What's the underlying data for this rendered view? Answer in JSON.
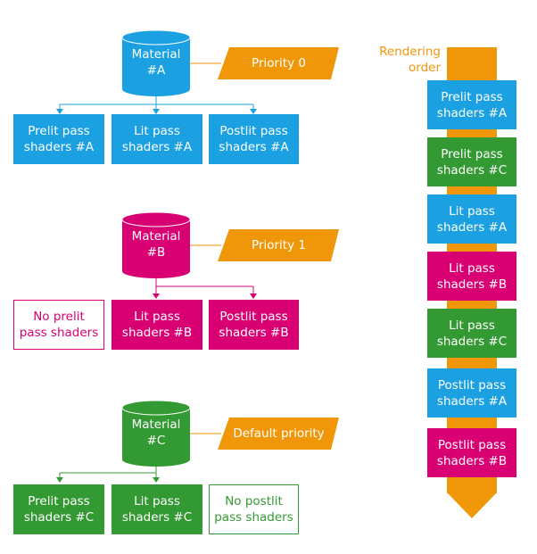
{
  "colors": {
    "material_a": "#1ba1e2",
    "material_b": "#d80073",
    "material_c": "#339933",
    "priority": "#f09609"
  },
  "materials": [
    {
      "id": "A",
      "label": "Material\n#A",
      "priority": "Priority 0",
      "shaders": [
        {
          "label": "Prelit pass\nshaders #A",
          "present": true
        },
        {
          "label": "Lit pass\nshaders #A",
          "present": true
        },
        {
          "label": "Postlit pass\nshaders #A",
          "present": true
        }
      ]
    },
    {
      "id": "B",
      "label": "Material\n#B",
      "priority": "Priority 1",
      "shaders": [
        {
          "label": "No prelit\npass shaders",
          "present": false
        },
        {
          "label": "Lit pass\nshaders #B",
          "present": true
        },
        {
          "label": "Postlit pass\nshaders #B",
          "present": true
        }
      ]
    },
    {
      "id": "C",
      "label": "Material\n#C",
      "priority": "Default priority",
      "shaders": [
        {
          "label": "Prelit pass\nshaders #C",
          "present": true
        },
        {
          "label": "Lit pass\nshaders #C",
          "present": true
        },
        {
          "label": "No postlit\npass shaders",
          "present": false
        }
      ]
    }
  ],
  "rendering_order": {
    "title": "Rendering\norder",
    "steps": [
      {
        "label": "Prelit pass\nshaders #A",
        "material": "A"
      },
      {
        "label": "Prelit pass\nshaders #C",
        "material": "C"
      },
      {
        "label": "Lit pass\nshaders #A",
        "material": "A"
      },
      {
        "label": "Lit pass\nshaders #B",
        "material": "B"
      },
      {
        "label": "Lit pass\nshaders #C",
        "material": "C"
      },
      {
        "label": "Postlit pass\nshaders #A",
        "material": "A"
      },
      {
        "label": "Postlit pass\nshaders #B",
        "material": "B"
      }
    ]
  }
}
